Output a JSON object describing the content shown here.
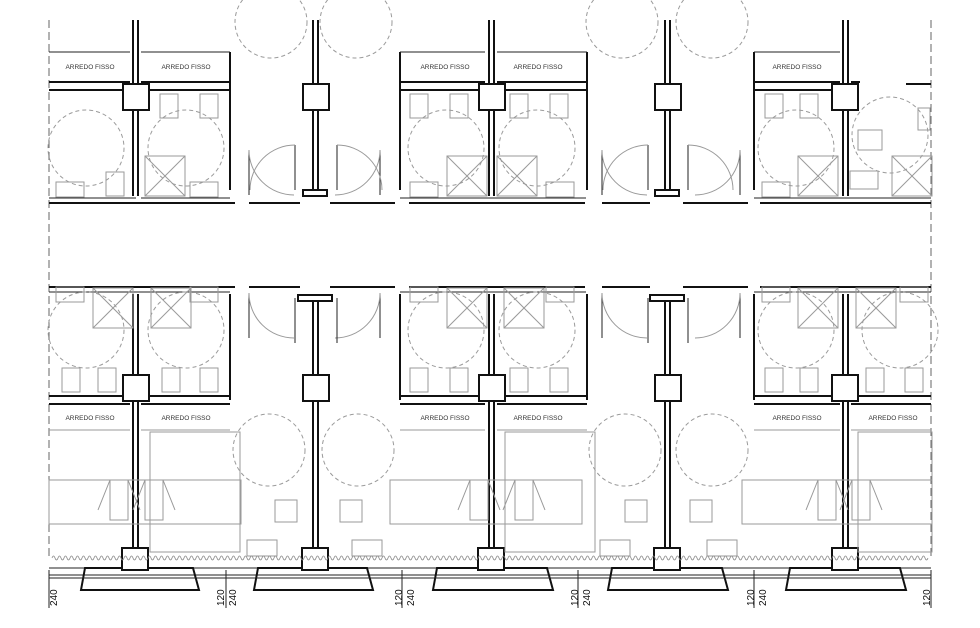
{
  "labels": {
    "fixed_furniture": "ARREDO FISSO"
  },
  "dimensions": {
    "edge": "240",
    "half_partition": "120",
    "partition": "240"
  },
  "colors": {
    "wall": "#111111",
    "fixture": "#9a9a9a",
    "background": "#ffffff"
  }
}
